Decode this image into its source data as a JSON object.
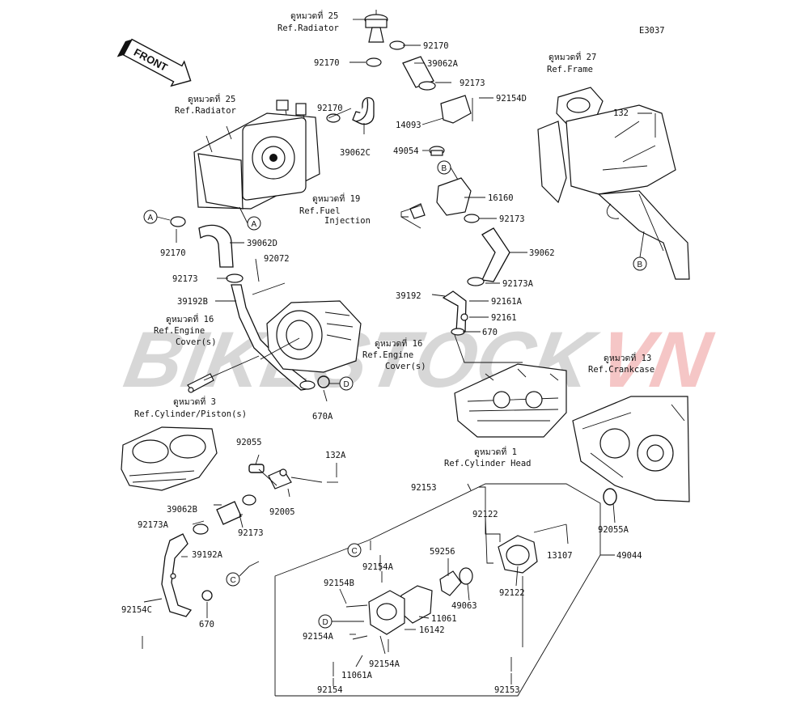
{
  "diagram_code": "E3037",
  "watermark": {
    "part1": "BIKESTOCK",
    "part2": "VN",
    "color1": "#c9c9c9",
    "color2": "#f2b8b8"
  },
  "front_arrow": "FRONT",
  "callout_letters": {
    "a": "A",
    "b": "B",
    "c": "C",
    "d": "D"
  },
  "refs": {
    "radiator_top": {
      "line1": "ดูหมวดที่ 25",
      "line2": "Ref.Radiator"
    },
    "radiator_left": {
      "line1": "ดูหมวดที่ 25",
      "line2": "Ref.Radiator"
    },
    "frame": {
      "line1": "ดูหมวดที่ 27",
      "line2": "Ref.Frame"
    },
    "fuel_injection": {
      "line1": "ดูหมวดที่ 19",
      "line2": "Ref.Fuel",
      "line3": "Injection"
    },
    "engine_cover_left": {
      "line1": "ดูหมวดที่ 16",
      "line2": "Ref.Engine",
      "line3": "Cover(s)"
    },
    "engine_cover_right": {
      "line1": "ดูหมวดที่ 16",
      "line2": "Ref.Engine",
      "line3": "Cover(s)"
    },
    "crankcase": {
      "line1": "ดูหมวดที่ 13",
      "line2": "Ref.Crankcase"
    },
    "cylinder": {
      "line1": "ดูหมวดที่ 3",
      "line2": "Ref.Cylinder/Piston(s)"
    },
    "cylinder_head": {
      "line1": "ดูหมวดที่ 1",
      "line2": "Ref.Cylinder Head"
    }
  },
  "parts": {
    "p92170_top": "92170",
    "p92170_mid": "92170",
    "p92170_hose": "92170",
    "p92170_left": "92170",
    "p39062A": "39062A",
    "p92173_top": "92173",
    "p92154D": "92154D",
    "p14093": "14093",
    "p49054": "49054",
    "p39062C": "39062C",
    "p132": "132",
    "p16160": "16160",
    "p92173_r": "92173",
    "p39062D": "39062D",
    "p92072": "92072",
    "p39062": "39062",
    "p92173_l": "92173",
    "p39192B": "39192B",
    "p92173A_r": "92173A",
    "p39192": "39192",
    "p92161A": "92161A",
    "p92161": "92161",
    "p670_r": "670",
    "p670A": "670A",
    "p92055": "92055",
    "p132A": "132A",
    "p92153_top": "92153",
    "p92005": "92005",
    "p92122_top": "92122",
    "p39062B": "39062B",
    "p92055A": "92055A",
    "p92173A_l": "92173A",
    "p92173_b": "92173",
    "p13107": "13107",
    "p49044": "49044",
    "p39192A": "39192A",
    "p59256": "59256",
    "p92154A_top": "92154A",
    "p92154B": "92154B",
    "p49063": "49063",
    "p92122_b": "92122",
    "p11061": "11061",
    "p92154C": "92154C",
    "p670_l": "670",
    "p16142": "16142",
    "p92154A_l": "92154A",
    "p92154A_b": "92154A",
    "p11061A": "11061A",
    "p92154": "92154",
    "p92153_b": "92153"
  }
}
